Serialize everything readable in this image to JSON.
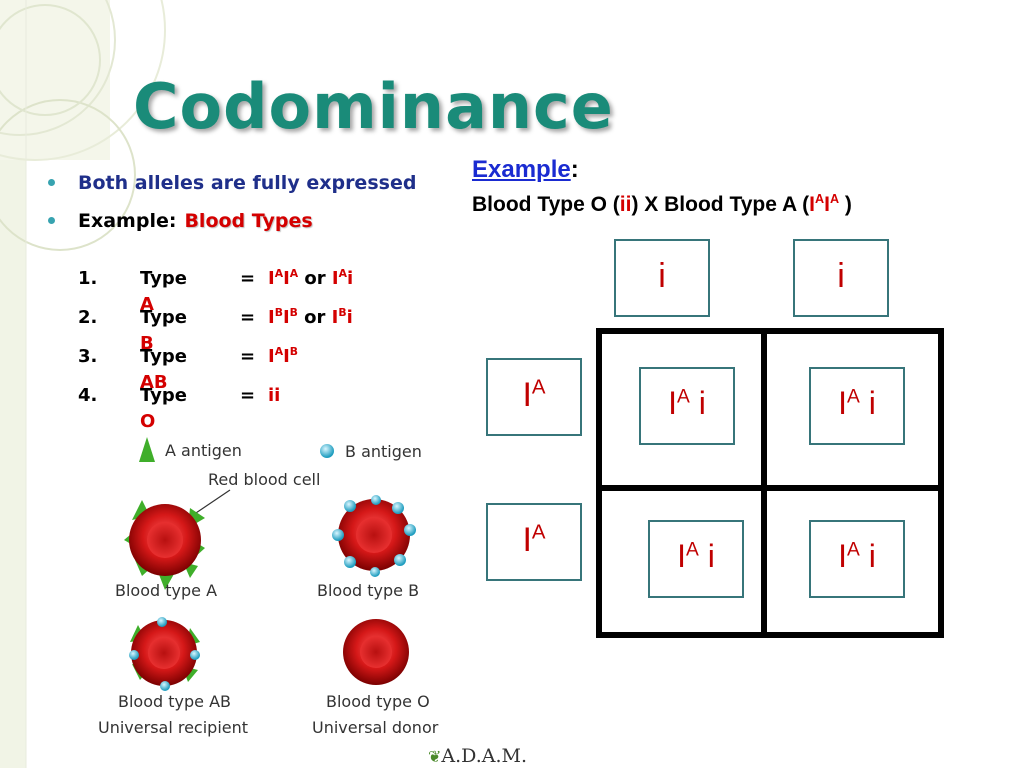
{
  "slide": {
    "title": "Codominance",
    "bullets": [
      {
        "text": "Both alleles are fully expressed"
      },
      {
        "prefix": "Example:",
        "highlight": "Blood Types"
      }
    ],
    "blood_types": [
      {
        "num": "1.",
        "word": "Type",
        "letter": "A",
        "eq": "=",
        "g1": "I",
        "g1s": "A",
        "g2": "I",
        "g2s": "A",
        "or": " or ",
        "g3": "I",
        "g3s": "A",
        "g4": "i"
      },
      {
        "num": "2.",
        "word": "Type",
        "letter": "B",
        "eq": "=",
        "g1": "I",
        "g1s": "B",
        "g2": "I",
        "g2s": "B",
        "or": " or ",
        "g3": "I",
        "g3s": "B",
        "g4": "i"
      },
      {
        "num": "3.",
        "word": "Type",
        "letter": "AB",
        "eq": "=",
        "g1": "I",
        "g1s": "A",
        "g2": "I",
        "g2s": "B"
      },
      {
        "num": "4.",
        "word": "Type",
        "letter": "O",
        "eq": "=",
        "g1": "ii"
      }
    ],
    "example": {
      "label": "Example",
      "colon": ":",
      "cross_a": "Blood Type O (",
      "cross_b": "ii",
      "cross_c": ") X Blood Type A (",
      "cross_d": "I",
      "cross_d_sup": "A",
      "cross_e": "I",
      "cross_e_sup": "A",
      "cross_f": " )"
    },
    "punnett": {
      "top": [
        "i",
        "i"
      ],
      "left": [
        {
          "base": "I",
          "sup": "A"
        },
        {
          "base": "I",
          "sup": "A"
        }
      ],
      "cells": [
        {
          "base": "I",
          "sup": "A",
          "rest": " i"
        },
        {
          "base": "I",
          "sup": "A",
          "rest": " i"
        },
        {
          "base": "I",
          "sup": "A",
          "rest": " i"
        },
        {
          "base": "I",
          "sup": "A",
          "rest": " i"
        }
      ]
    },
    "illustration": {
      "a_antigen": "A antigen",
      "b_antigen": "B antigen",
      "rbc": "Red blood cell",
      "type_a": "Blood type A",
      "type_b": "Blood type B",
      "type_ab": "Blood type AB",
      "recipient": "Universal recipient",
      "type_o": "Blood type O",
      "donor": "Universal donor"
    },
    "credit": "A.D.A.M."
  },
  "colors": {
    "title": "#1a8b79",
    "bullet_text": "#1f2f8a",
    "highlight": "#d40000",
    "example_link": "#1a2bd1",
    "box_border": "#37757a",
    "allele": "#c00000"
  }
}
